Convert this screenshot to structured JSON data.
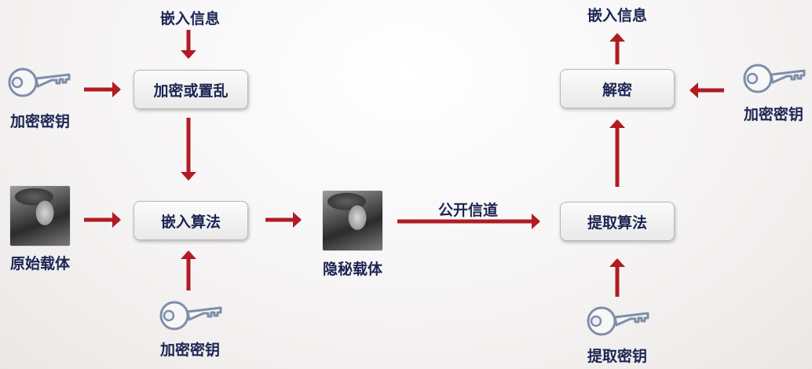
{
  "boxes": {
    "encrypt_scramble": "加密或置乱",
    "embed_algorithm": "嵌入算法",
    "decrypt": "解密",
    "extract_algorithm": "提取算法"
  },
  "labels": {
    "embed_info_left": "嵌入信息",
    "embed_info_right": "嵌入信息",
    "encryption_key_left": "加密密钥",
    "encryption_key_right": "加密密钥",
    "encryption_key_bottom": "加密密钥",
    "extraction_key": "提取密钥",
    "original_carrier": "原始载体",
    "stego_carrier": "隐秘载体",
    "public_channel": "公开信道"
  },
  "colors": {
    "arrow": "#b01c24",
    "text": "#1b2553",
    "key_outline": "#7d8ea8"
  },
  "icons": [
    "key-icon",
    "carrier-image"
  ]
}
